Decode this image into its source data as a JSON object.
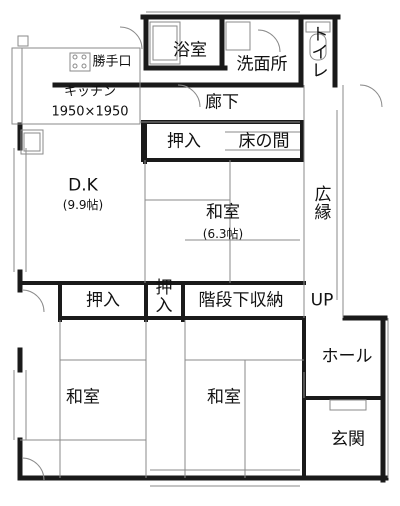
{
  "floor_plan": {
    "rooms": {
      "bath": "浴室",
      "washroom": "洗面所",
      "toilet": "トイレ",
      "back_door": "勝手口",
      "kitchen": "キッチン",
      "kitchen_size": "1950×1950",
      "hallway": "廊下",
      "closet_upper": "押入",
      "alcove": "床の間",
      "dk": "D.K",
      "dk_size": "(9.9帖)",
      "washitsu_center": "和室",
      "washitsu_center_size": "(6.3帖)",
      "engawa": "広縁",
      "closet_left": "押入",
      "closet_narrow": "押入",
      "under_stairs": "階段下収納",
      "up": "UP",
      "hall": "ホール",
      "washitsu_left": "和室",
      "washitsu_right": "和室",
      "entrance": "玄関"
    },
    "colors": {
      "wall": "#1a1a1a",
      "thin_line": "#8a8a8a",
      "fixture": "#9a9a9a"
    }
  }
}
